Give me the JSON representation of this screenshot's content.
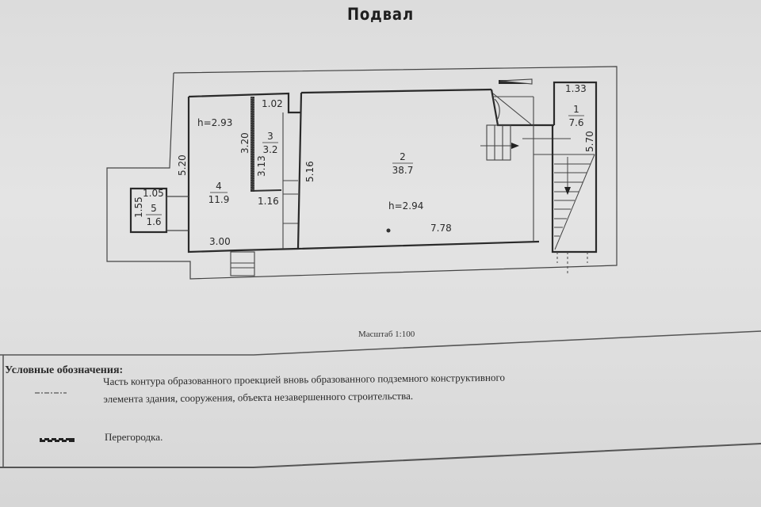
{
  "document": {
    "title": "Подвал",
    "scale_label": "Масштаб 1:100"
  },
  "rooms": [
    {
      "number": "1",
      "area": "7.6",
      "dims": [
        "1.33",
        "5.70"
      ]
    },
    {
      "number": "2",
      "area": "38.7",
      "dims": [
        "5.16",
        "7.78"
      ],
      "height": "h=2.94"
    },
    {
      "number": "3",
      "area": "3.2",
      "dims": [
        "1.02",
        "3.20",
        "3.13",
        "1.16"
      ]
    },
    {
      "number": "4",
      "area": "11.9",
      "dims": [
        "5.20",
        "3.00"
      ],
      "height": "h=2.93"
    },
    {
      "number": "5",
      "area": "1.6",
      "dims": [
        "1.05",
        "1.55"
      ]
    }
  ],
  "legend": {
    "title": "Условные обозначения:",
    "items": [
      {
        "symbol": "dash-dot-line",
        "text_line1": "Часть контура образованного проекцией вновь образованного подземного конструктивного",
        "text_line2": "элемента здания, сооружения, объекта незавершенного строительства."
      },
      {
        "symbol": "partition-hatch",
        "text_line1": "Перегородка."
      }
    ]
  },
  "colors": {
    "paper": "#e0e0e0",
    "ink": "#222222"
  }
}
